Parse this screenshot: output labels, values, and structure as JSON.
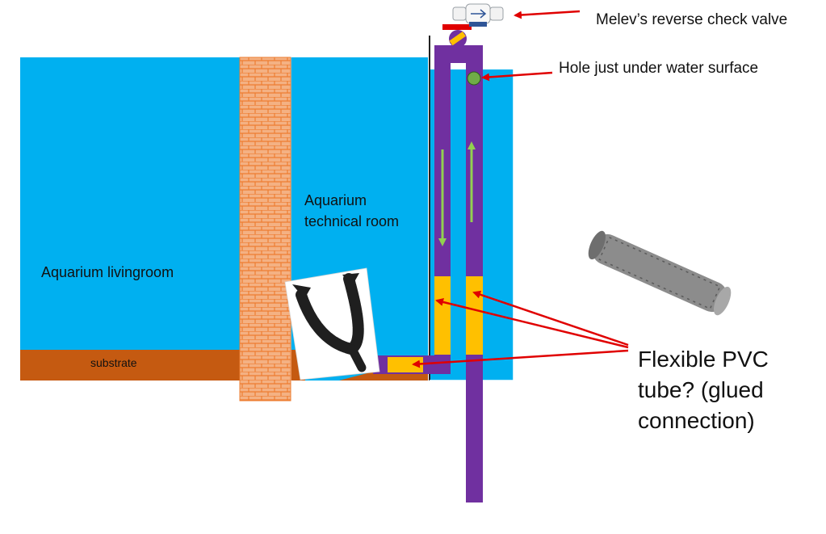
{
  "labels": {
    "living_room": "Aquarium livingroom",
    "technical_room": "Aquarium technical room",
    "substrate": "substrate",
    "check_valve": "Melev’s reverse check valve",
    "hole": "Hole just under water surface",
    "flexible_tube": "Flexible PVC tube? (glued connection)"
  },
  "colors": {
    "water": "#00b0f0",
    "substrate": "#c55a11",
    "brick": "#f4b183",
    "brick_mortar": "#ed7d31",
    "pipe": "#7030a0",
    "flex_section": "#ffc000",
    "flow_arrow": "#92d050",
    "hole": "#70ad47",
    "pointer_arrow": "#e00000"
  }
}
